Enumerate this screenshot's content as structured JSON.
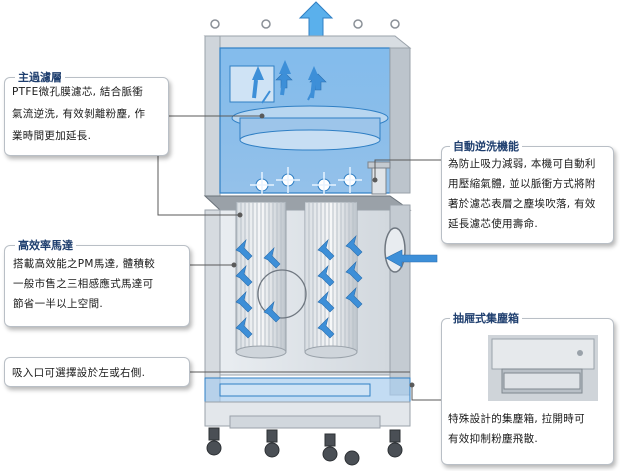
{
  "callouts": {
    "main_filter": {
      "title": "主過濾層",
      "body": "PTFE微孔膜濾芯, 結合脈衝\n氣流逆洗, 有效剝離粉塵, 作\n業時間更加延長."
    },
    "auto_backwash": {
      "title": "自動逆洗機能",
      "body": "為防止吸力減弱, 本機可自動利\n用壓縮氣體, 並以脈衝方式將附\n著於濾芯表層之塵埃吹落, 有效\n延長濾芯使用壽命."
    },
    "motor": {
      "title": "高效率馬達",
      "body": "搭載高效能之PM馬達, 體積較\n一般市售之三相感應式馬達可\n節省一半以上空間."
    },
    "inlet": {
      "body": "吸入口可選擇設於左或右側."
    },
    "dust_bin": {
      "title": "抽屜式集塵箱",
      "body": "特殊設計的集塵箱, 拉開時可\n有效抑制粉塵飛散."
    }
  },
  "colors": {
    "accent_blue": "#3d8fd8",
    "callout_title": "#1f3f6f",
    "callout_border": "#b9bfc6",
    "leader_line": "#5a5a5a",
    "frame": "#c9ced3"
  }
}
